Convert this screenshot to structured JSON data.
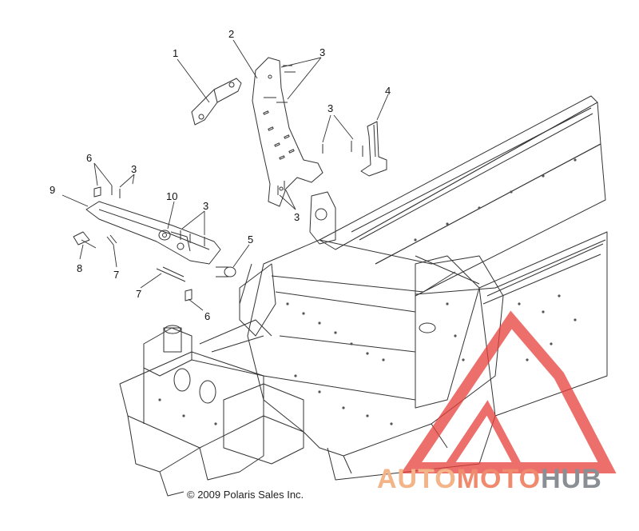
{
  "callouts": [
    {
      "id": "c1",
      "label": "1"
    },
    {
      "id": "c2",
      "label": "2"
    },
    {
      "id": "c3a",
      "label": "3"
    },
    {
      "id": "c3b",
      "label": "3"
    },
    {
      "id": "c3c",
      "label": "3"
    },
    {
      "id": "c3d",
      "label": "3"
    },
    {
      "id": "c3e",
      "label": "3"
    },
    {
      "id": "c4",
      "label": "4"
    },
    {
      "id": "c5",
      "label": "5"
    },
    {
      "id": "c6a",
      "label": "6"
    },
    {
      "id": "c6b",
      "label": "6"
    },
    {
      "id": "c7a",
      "label": "7"
    },
    {
      "id": "c7b",
      "label": "7"
    },
    {
      "id": "c8",
      "label": "8"
    },
    {
      "id": "c9",
      "label": "9"
    },
    {
      "id": "c10",
      "label": "10"
    }
  ],
  "copyright": "© 2009 Polaris Sales Inc.",
  "watermark": {
    "part1": "AUTO",
    "part2": "MOTO",
    "part3": "HUB"
  },
  "colors": {
    "line": "#333333",
    "watermark_red": "#e8403a",
    "watermark_grey": "#8a8f96"
  }
}
